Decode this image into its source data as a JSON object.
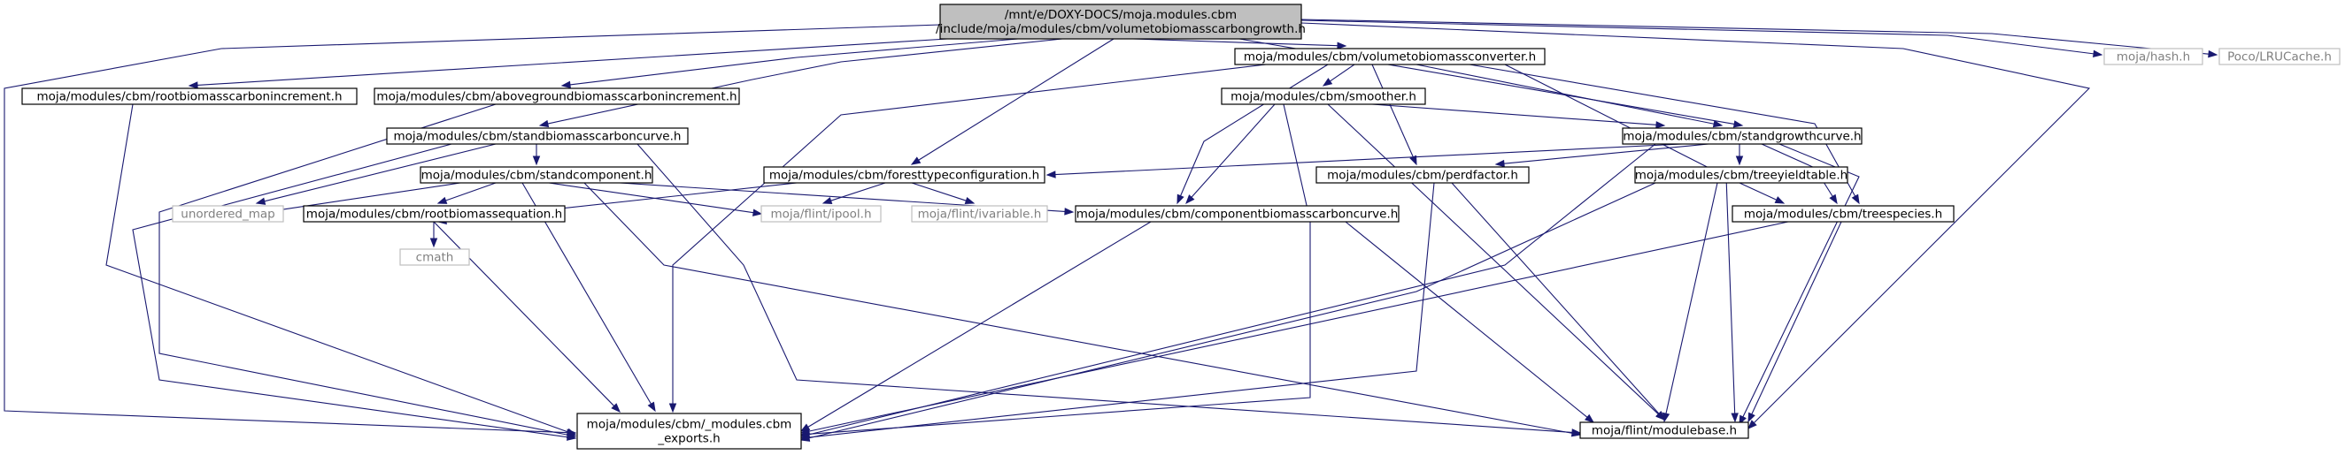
{
  "diagram": {
    "nodes": [
      {
        "id": "root",
        "lines": [
          "/mnt/e/DOXY-DOCS/moja.modules.cbm",
          "/include/moja/modules/cbm/volumetobiomasscarbongrowth.h"
        ],
        "style": "root"
      },
      {
        "id": "cbm_exports",
        "lines": [
          "moja/modules/cbm/_modules.cbm",
          "_exports.h"
        ],
        "style": "normal"
      },
      {
        "id": "rootbiomasscarbonincrement",
        "lines": [
          "moja/modules/cbm/rootbiomasscarbonincrement.h"
        ],
        "style": "normal"
      },
      {
        "id": "abovegroundbiomasscarbonincrement",
        "lines": [
          "moja/modules/cbm/abovegroundbiomasscarbonincrement.h"
        ],
        "style": "normal"
      },
      {
        "id": "standbiomasscarboncurve",
        "lines": [
          "moja/modules/cbm/standbiomasscarboncurve.h"
        ],
        "style": "normal"
      },
      {
        "id": "foresttypeconfiguration",
        "lines": [
          "moja/modules/cbm/foresttypeconfiguration.h"
        ],
        "style": "normal"
      },
      {
        "id": "volumetobiomassconverter",
        "lines": [
          "moja/modules/cbm/volumetobiomassconverter.h"
        ],
        "style": "normal"
      },
      {
        "id": "standgrowthcurve",
        "lines": [
          "moja/modules/cbm/standgrowthcurve.h"
        ],
        "style": "normal"
      },
      {
        "id": "modulebase",
        "lines": [
          "moja/flint/modulebase.h"
        ],
        "style": "normal"
      },
      {
        "id": "hash",
        "lines": [
          "moja/hash.h"
        ],
        "style": "external"
      },
      {
        "id": "lrucache",
        "lines": [
          "Poco/LRUCache.h"
        ],
        "style": "external"
      },
      {
        "id": "standcomponent",
        "lines": [
          "moja/modules/cbm/standcomponent.h"
        ],
        "style": "normal"
      },
      {
        "id": "unordered_map",
        "lines": [
          "unordered_map"
        ],
        "style": "external"
      },
      {
        "id": "rootbiomassequation",
        "lines": [
          "moja/modules/cbm/rootbiomassequation.h"
        ],
        "style": "normal"
      },
      {
        "id": "ipool",
        "lines": [
          "moja/flint/ipool.h"
        ],
        "style": "external"
      },
      {
        "id": "componentbiomasscarboncurve",
        "lines": [
          "moja/modules/cbm/componentbiomasscarboncurve.h"
        ],
        "style": "normal"
      },
      {
        "id": "cmath",
        "lines": [
          "cmath"
        ],
        "style": "external"
      },
      {
        "id": "ivariable",
        "lines": [
          "moja/flint/ivariable.h"
        ],
        "style": "external"
      },
      {
        "id": "smoother",
        "lines": [
          "moja/modules/cbm/smoother.h"
        ],
        "style": "normal"
      },
      {
        "id": "perdfactor",
        "lines": [
          "moja/modules/cbm/perdfactor.h"
        ],
        "style": "normal"
      },
      {
        "id": "treeyieldtable",
        "lines": [
          "moja/modules/cbm/treeyieldtable.h"
        ],
        "style": "normal"
      },
      {
        "id": "treespecies",
        "lines": [
          "moja/modules/cbm/treespecies.h"
        ],
        "style": "normal"
      }
    ],
    "edges": [
      {
        "from": "root",
        "to": "cbm_exports"
      },
      {
        "from": "root",
        "to": "rootbiomasscarbonincrement"
      },
      {
        "from": "root",
        "to": "abovegroundbiomasscarbonincrement"
      },
      {
        "from": "root",
        "to": "standbiomasscarboncurve"
      },
      {
        "from": "root",
        "to": "foresttypeconfiguration"
      },
      {
        "from": "root",
        "to": "volumetobiomassconverter"
      },
      {
        "from": "root",
        "to": "standgrowthcurve"
      },
      {
        "from": "root",
        "to": "modulebase"
      },
      {
        "from": "root",
        "to": "hash"
      },
      {
        "from": "root",
        "to": "lrucache"
      },
      {
        "from": "rootbiomasscarbonincrement",
        "to": "cbm_exports"
      },
      {
        "from": "abovegroundbiomasscarbonincrement",
        "to": "cbm_exports"
      },
      {
        "from": "standbiomasscarboncurve",
        "to": "cbm_exports"
      },
      {
        "from": "standbiomasscarboncurve",
        "to": "standcomponent"
      },
      {
        "from": "standbiomasscarboncurve",
        "to": "unordered_map"
      },
      {
        "from": "standbiomasscarboncurve",
        "to": "modulebase"
      },
      {
        "from": "standcomponent",
        "to": "unordered_map"
      },
      {
        "from": "standcomponent",
        "to": "rootbiomassequation"
      },
      {
        "from": "standcomponent",
        "to": "cbm_exports"
      },
      {
        "from": "standcomponent",
        "to": "ipool"
      },
      {
        "from": "standcomponent",
        "to": "componentbiomasscarboncurve"
      },
      {
        "from": "standcomponent",
        "to": "modulebase"
      },
      {
        "from": "rootbiomassequation",
        "to": "cmath"
      },
      {
        "from": "rootbiomassequation",
        "to": "cbm_exports"
      },
      {
        "from": "foresttypeconfiguration",
        "to": "rootbiomassequation"
      },
      {
        "from": "foresttypeconfiguration",
        "to": "ipool"
      },
      {
        "from": "foresttypeconfiguration",
        "to": "ivariable"
      },
      {
        "from": "volumetobiomassconverter",
        "to": "cbm_exports"
      },
      {
        "from": "volumetobiomassconverter",
        "to": "smoother"
      },
      {
        "from": "volumetobiomassconverter",
        "to": "componentbiomasscarboncurve"
      },
      {
        "from": "volumetobiomassconverter",
        "to": "perdfactor"
      },
      {
        "from": "volumetobiomassconverter",
        "to": "standgrowthcurve"
      },
      {
        "from": "volumetobiomassconverter",
        "to": "treespecies"
      },
      {
        "from": "volumetobiomassconverter",
        "to": "modulebase"
      },
      {
        "from": "smoother",
        "to": "componentbiomasscarboncurve"
      },
      {
        "from": "smoother",
        "to": "standgrowthcurve"
      },
      {
        "from": "smoother",
        "to": "cbm_exports"
      },
      {
        "from": "smoother",
        "to": "modulebase"
      },
      {
        "from": "standgrowthcurve",
        "to": "foresttypeconfiguration"
      },
      {
        "from": "standgrowthcurve",
        "to": "perdfactor"
      },
      {
        "from": "standgrowthcurve",
        "to": "treeyieldtable"
      },
      {
        "from": "standgrowthcurve",
        "to": "treespecies"
      },
      {
        "from": "standgrowthcurve",
        "to": "cbm_exports"
      },
      {
        "from": "standgrowthcurve",
        "to": "modulebase"
      },
      {
        "from": "perdfactor",
        "to": "cbm_exports"
      },
      {
        "from": "perdfactor",
        "to": "modulebase"
      },
      {
        "from": "treeyieldtable",
        "to": "treespecies"
      },
      {
        "from": "treeyieldtable",
        "to": "cbm_exports"
      },
      {
        "from": "treeyieldtable",
        "to": "modulebase"
      },
      {
        "from": "treespecies",
        "to": "cbm_exports"
      },
      {
        "from": "treespecies",
        "to": "modulebase"
      },
      {
        "from": "componentbiomasscarboncurve",
        "to": "cbm_exports"
      },
      {
        "from": "componentbiomasscarboncurve",
        "to": "modulebase"
      }
    ],
    "colors": {
      "edge": "#191970",
      "root_fill": "#bfbfbf",
      "node_border": "#000000",
      "external_border": "#bfbfbf",
      "external_text": "#808080"
    }
  }
}
